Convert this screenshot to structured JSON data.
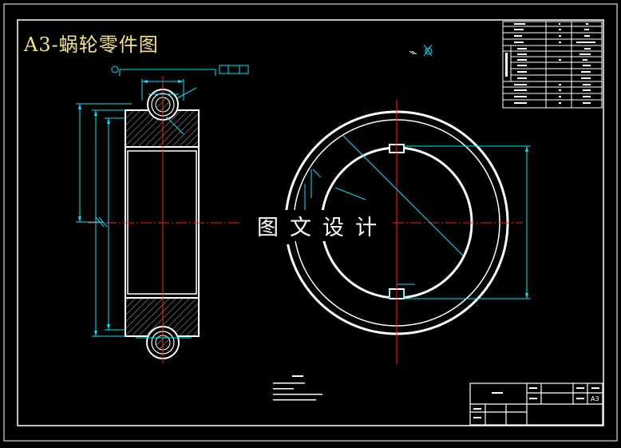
{
  "title": "A3-蜗轮零件图",
  "watermark": "图文设计",
  "colors": {
    "frame": "#ffffff",
    "outline": "#ffffff",
    "dimension": "#00e5ff",
    "centerline": "#ff2020",
    "hatch": "#c0c0c0",
    "title_text": "#f5e38a"
  },
  "title_block": {
    "sheet_size": "A3"
  }
}
